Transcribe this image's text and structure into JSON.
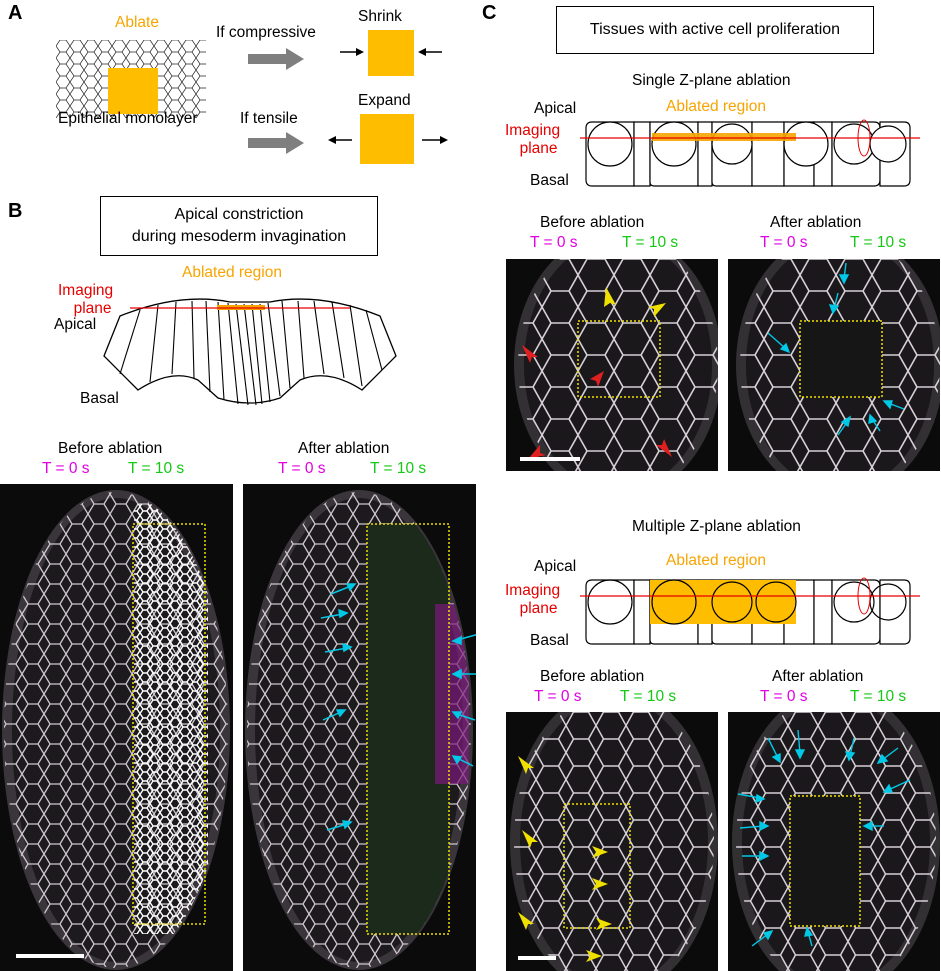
{
  "panels": {
    "a": "A",
    "b": "B",
    "c": "C"
  },
  "panel_a": {
    "ablate": "Ablate",
    "monolayer": "Epithelial monolayer",
    "if_compressive": "If compressive",
    "if_tensile": "If tensile",
    "shrink": "Shrink",
    "expand": "Expand"
  },
  "panel_b": {
    "box_line1": "Apical constriction",
    "box_line2": "during mesoderm invagination",
    "ablated_region": "Ablated region",
    "imaging_line1": "Imaging",
    "imaging_line2": "plane",
    "apical": "Apical",
    "basal": "Basal",
    "before": "Before ablation",
    "after": "After ablation",
    "t0": "T = 0 s",
    "t10": "T = 10 s"
  },
  "panel_c": {
    "box": "Tissues with active cell proliferation",
    "single": "Single Z-plane ablation",
    "multiple": "Multiple Z-plane ablation",
    "ablated_region": "Ablated region",
    "imaging_line1": "Imaging",
    "imaging_line2": "plane",
    "apical": "Apical",
    "basal": "Basal",
    "before": "Before ablation",
    "after": "After ablation",
    "t0": "T = 0 s",
    "t10": "T = 10 s"
  },
  "colors": {
    "orange": "#f7a400",
    "red": "#e60000",
    "magenta": "#e100e1",
    "green": "#14c814",
    "arrow_gray": "#7f7f7f",
    "cyan_arrow": "#00c8e6",
    "yellow_arrowhead": "#f0e000",
    "red_arrowhead": "#e02020",
    "dotted_box": "#f0e000"
  },
  "icons": {
    "gray_arrow": "gray-right-arrow-icon",
    "cyan_arrow": "cyan-arrow-icon",
    "yellow_arrowhead": "yellow-arrowhead-icon",
    "red_arrowhead": "red-arrowhead-icon"
  }
}
